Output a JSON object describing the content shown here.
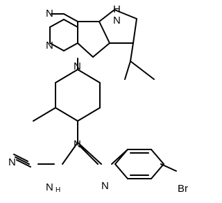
{
  "structure": {
    "atoms": {
      "n_pyrimidine_top": "N",
      "nh_pyrrole": "H",
      "n_pyrrole": "N",
      "n_pyrimidine_left": "N",
      "n_piperazine_top": "N",
      "n_piperazine_bottom": "N",
      "n_nitrile": "N",
      "n_amine": "N",
      "h_amine": "H",
      "n_imine": "N",
      "br": "Br"
    }
  }
}
